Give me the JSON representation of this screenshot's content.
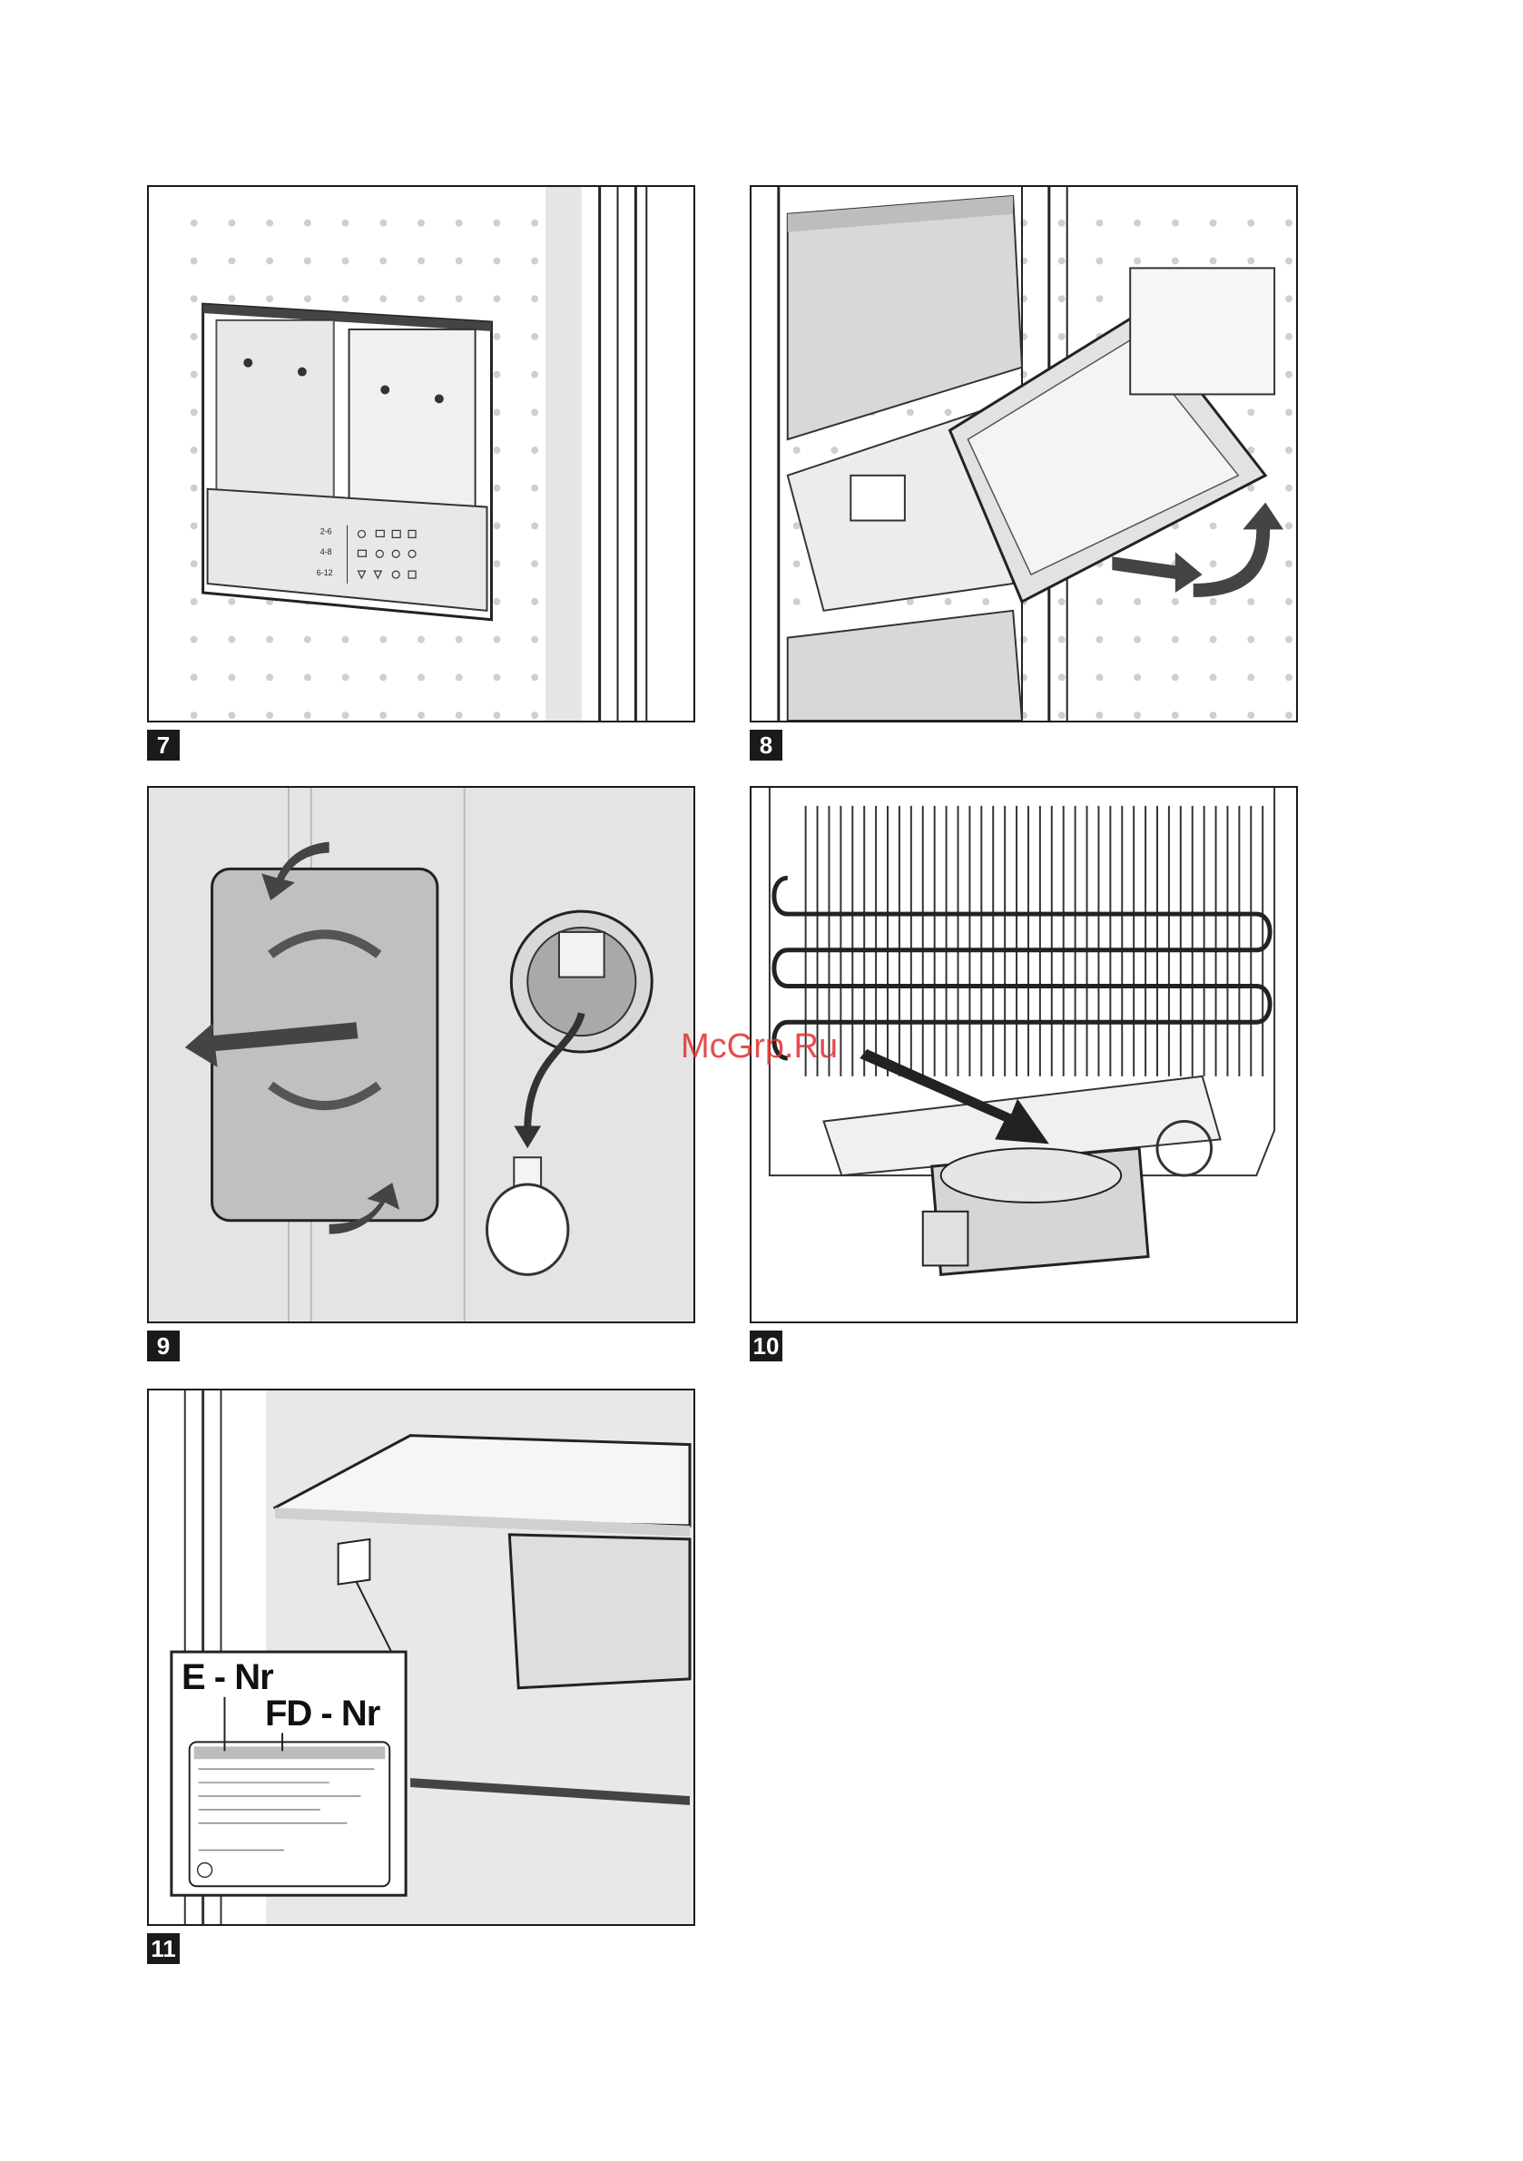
{
  "figures": [
    {
      "number": "7"
    },
    {
      "number": "8"
    },
    {
      "number": "9"
    },
    {
      "number": "10"
    },
    {
      "number": "11"
    }
  ],
  "watermark": "McGrp.Ru",
  "label": {
    "e_nr": "E - Nr",
    "fd_nr": "FD - Nr"
  },
  "chart_legend": {
    "row1": "2-6",
    "row2": "4-8",
    "row3": "6-12"
  },
  "icons": [
    "freezer-chart-icons",
    "lamp-bulb-icon",
    "arrow-icon"
  ]
}
